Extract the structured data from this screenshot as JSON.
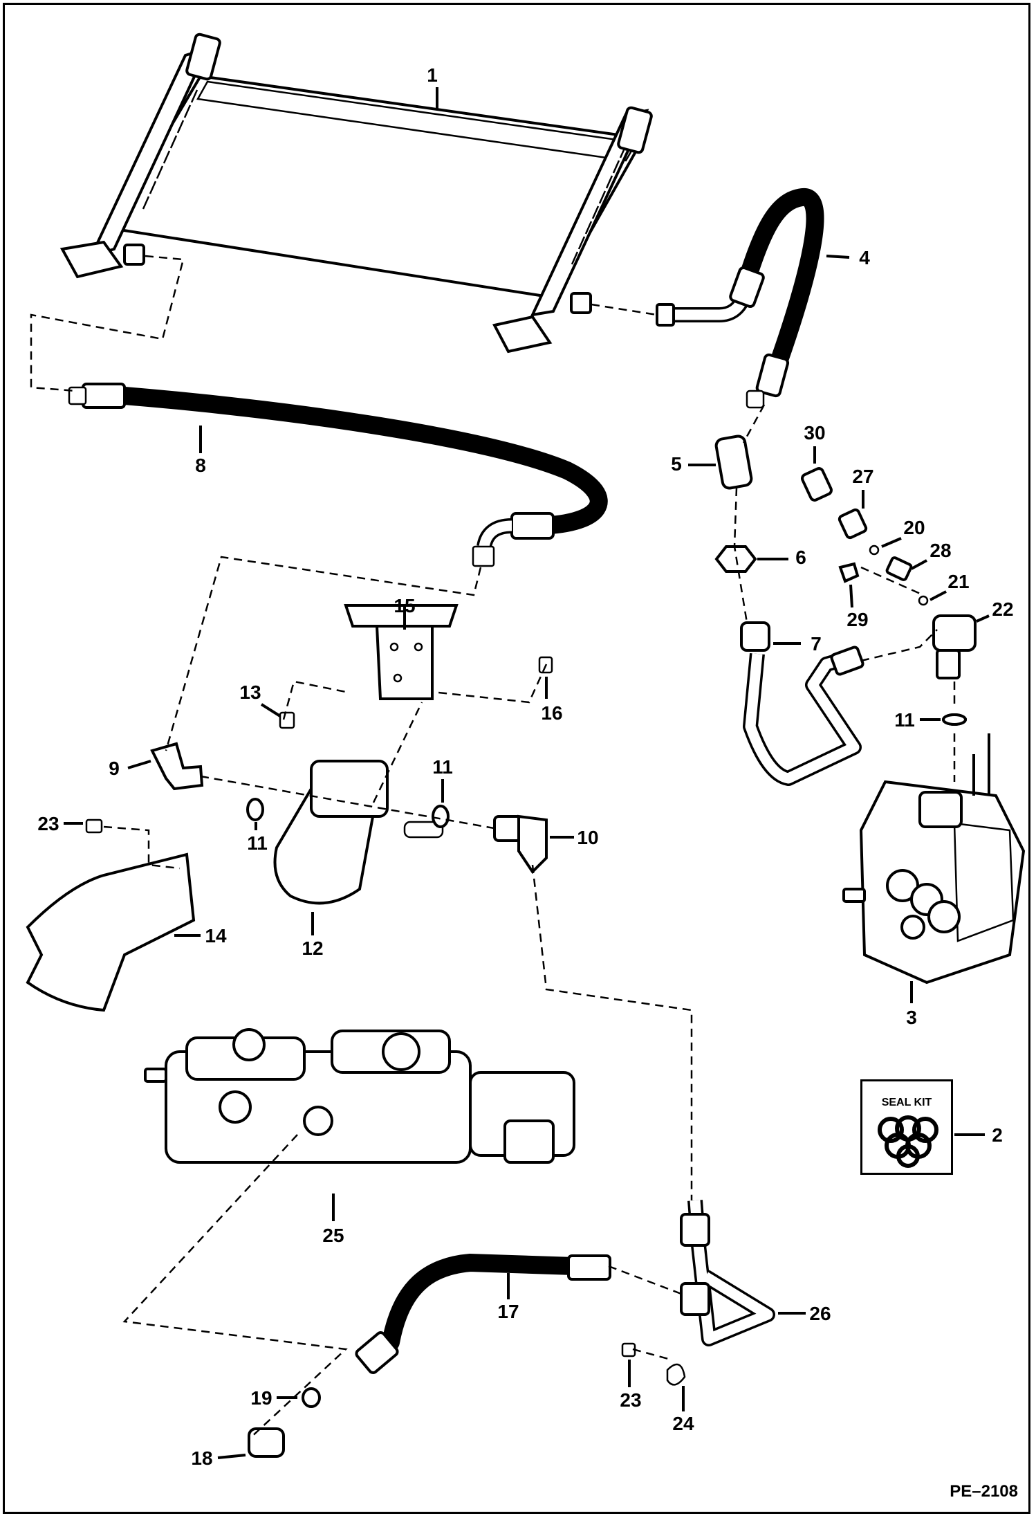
{
  "figure_id": "PE–2108",
  "seal_kit_label": "SEAL KIT",
  "callouts": {
    "c1": "1",
    "c2": "2",
    "c3": "3",
    "c4": "4",
    "c5": "5",
    "c6": "6",
    "c7": "7",
    "c8": "8",
    "c9": "9",
    "c10": "10",
    "c11a": "11",
    "c11b": "11",
    "c11c": "11",
    "c12": "12",
    "c13": "13",
    "c14": "14",
    "c15": "15",
    "c16": "16",
    "c17": "17",
    "c18": "18",
    "c19": "19",
    "c20": "20",
    "c21": "21",
    "c22": "22",
    "c23a": "23",
    "c23b": "23",
    "c24": "24",
    "c25": "25",
    "c26": "26",
    "c27": "27",
    "c28": "28",
    "c29": "29",
    "c30": "30"
  }
}
